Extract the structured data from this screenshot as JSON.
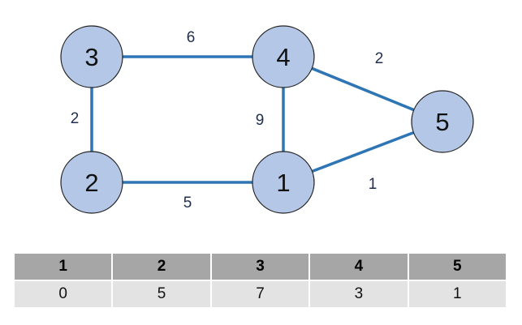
{
  "graph": {
    "nodes": [
      "1",
      "2",
      "3",
      "4",
      "5"
    ],
    "edges": [
      {
        "from": "3",
        "to": "4",
        "weight": "6"
      },
      {
        "from": "3",
        "to": "2",
        "weight": "2"
      },
      {
        "from": "2",
        "to": "1",
        "weight": "5"
      },
      {
        "from": "4",
        "to": "1",
        "weight": "9"
      },
      {
        "from": "4",
        "to": "5",
        "weight": "2"
      },
      {
        "from": "1",
        "to": "5",
        "weight": "1"
      }
    ],
    "colors": {
      "node_fill": "#B4C7E7",
      "node_stroke": "#222222",
      "edge": "#2E75B6",
      "weight_text": "#1F2E4F"
    }
  },
  "table": {
    "headers": [
      "1",
      "2",
      "3",
      "4",
      "5"
    ],
    "values": [
      "0",
      "5",
      "7",
      "3",
      "1"
    ],
    "colors": {
      "header_bg": "#A6A6A6",
      "cell_bg": "#E3E3E3"
    }
  }
}
